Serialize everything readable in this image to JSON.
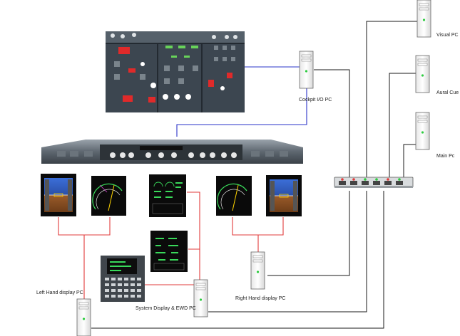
{
  "labels": {
    "visual_pc": "Visual PC",
    "aural_cue": "Aural Cue",
    "main_pc": "Main Pc",
    "cockpit_io_pc": "Cockpit I/O PC",
    "left_hand_display_pc": "Left Hand display PC",
    "right_hand_display_pc": "Right Hand display PC",
    "system_display_ewd_pc": "System Display & EWD PC"
  },
  "colors": {
    "blue_link": "#2a33c8",
    "red_link": "#e23b3b",
    "black_link": "#1a1a1a",
    "pc_tower": "#f3f3f3",
    "status_led": "#2ecc40"
  }
}
